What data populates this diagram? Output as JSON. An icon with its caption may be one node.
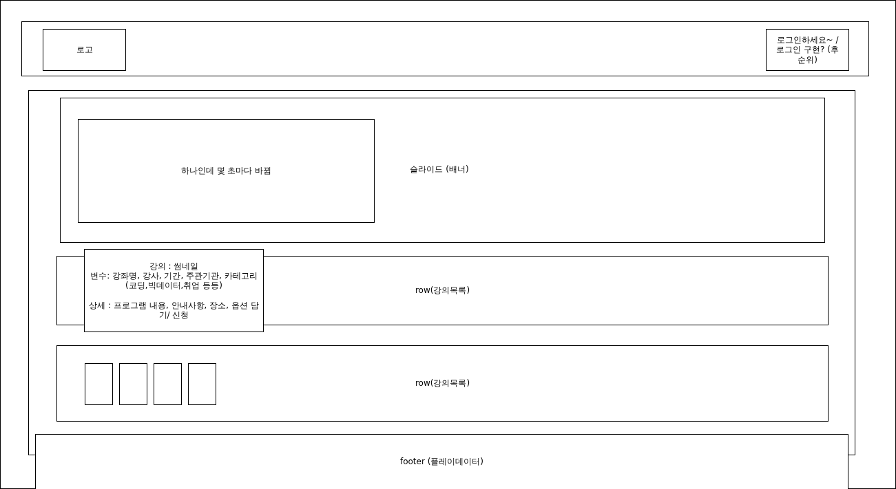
{
  "diagram": {
    "nodes": [
      {
        "text": [],
        "shape": "box"
      },
      {
        "text": [],
        "shape": "box",
        "in": 0
      },
      {
        "text": [
          "로고"
        ],
        "in": 1
      },
      {
        "text": [
          "로그인하세요~ /로그인 구현? (후순위)"
        ],
        "in": 1
      },
      {
        "text": [],
        "shape": "box",
        "in": 0
      },
      {
        "text": [
          "슬라이드 (배너)"
        ],
        "in": 4
      },
      {
        "text": [
          "하나인데 몇 초마다 바뀜"
        ],
        "in": 5
      },
      {
        "text": [
          "row(강의목록)"
        ],
        "in": 4
      },
      {
        "text": [
          "강의 : 썸네일",
          "변수: 강좌명, 강사, 기간, 주관기관, 카테고리(코딩,빅데이터,취업 등등)",
          "상세 : 프로그램 내용, 안내사항, 장소, 옵션 담기/ 신청"
        ],
        "in": 4
      },
      {
        "text": [
          "row(강의목록)"
        ],
        "in": 4
      },
      {
        "text": [],
        "shape": "box",
        "in": 9
      },
      {
        "text": [],
        "shape": "box",
        "in": 9
      },
      {
        "text": [],
        "shape": "box",
        "in": 9
      },
      {
        "text": [],
        "shape": "box",
        "in": 9
      },
      {
        "text": [
          "footer (플레이데이터)"
        ],
        "in": 0
      }
    ]
  }
}
